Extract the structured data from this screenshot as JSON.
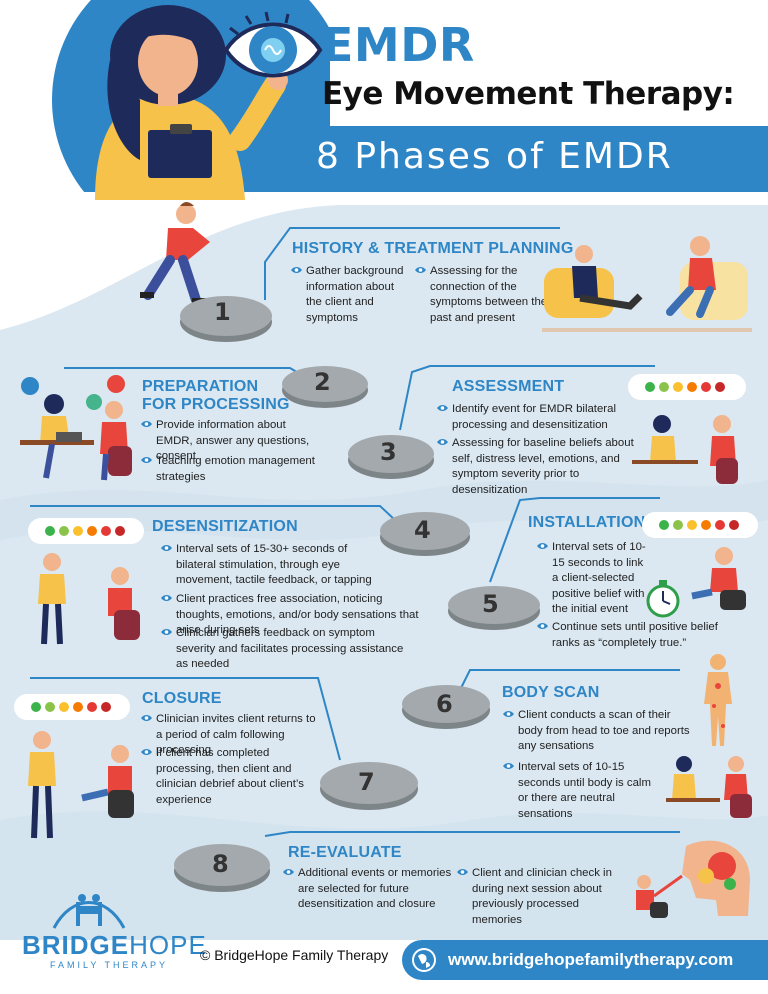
{
  "header": {
    "title": "EMDR",
    "subtitle": "Eye Movement Therapy:",
    "banner": "8 Phases of EMDR"
  },
  "colors": {
    "primary_blue": "#2f86c6",
    "light_blue_bg": "#dbe8f1",
    "stone_gray": "#a3a9ad",
    "dark_text": "#222222"
  },
  "phases": [
    {
      "number": "1",
      "title": "HISTORY & TREATMENT PLANNING",
      "bullets": [
        "Gather background information about the client and symptoms",
        "Assessing for the connection of the symptoms between the past and present"
      ]
    },
    {
      "number": "2",
      "title_line1": "PREPARATION",
      "title_line2": "FOR PROCESSING",
      "bullets": [
        "Provide information about EMDR, answer any questions, consent",
        "Teaching emotion management strategies"
      ]
    },
    {
      "number": "3",
      "title": "ASSESSMENT",
      "bullets": [
        "Identify event for EMDR bilateral processing and desensitization",
        "Assessing for baseline beliefs about self, distress level, emotions, and symptom severity prior to desensitization"
      ]
    },
    {
      "number": "4",
      "title": "DESENSITIZATION",
      "bullets": [
        "Interval sets of 15-30+ seconds of bilateral stimulation, through eye movement, tactile feedback, or tapping",
        "Client practices free association, noticing thoughts, emotions, and/or body sensations that arise during sets",
        "Clinician gathers feedback on symptom severity and facilitates processing assistance as needed"
      ]
    },
    {
      "number": "5",
      "title": "INSTALLATION",
      "bullets": [
        "Interval sets of 10-15 seconds to link a client-selected positive belief with the initial event",
        "Continue sets until positive belief ranks as “completely true.”"
      ]
    },
    {
      "number": "6",
      "title": "BODY SCAN",
      "bullets": [
        "Client conducts a scan of their body from head to toe and reports any sensations",
        "Interval sets of 10-15 seconds until body is calm or there are neutral sensations"
      ]
    },
    {
      "number": "7",
      "title": "CLOSURE",
      "bullets": [
        "Clinician invites client returns to a period of calm following processing",
        "If client has completed processing, then client and clinician debrief about client’s experience"
      ]
    },
    {
      "number": "8",
      "title": "RE-EVALUATE",
      "bullets": [
        "Additional events or memories are selected for future desensitization and closure",
        "Client and clinician check in during next session about previously processed memories"
      ]
    }
  ],
  "scale": {
    "plus": "+",
    "minus": "–"
  },
  "footer": {
    "brand_bold": "BRIDGE",
    "brand_rest": "HOPE",
    "brand_tagline": "FAMILY THERAPY",
    "copyright": "© BridgeHope Family Therapy",
    "website": "www.bridgehopefamilytherapy.com"
  }
}
